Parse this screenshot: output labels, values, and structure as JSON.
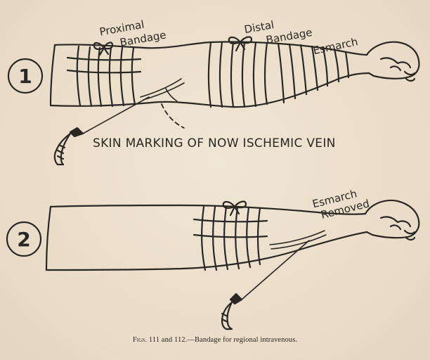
{
  "figure1": {
    "number": "1",
    "label_proximal": [
      "Proximal",
      "Bandage"
    ],
    "label_distal": [
      "Distal",
      "Bandage"
    ],
    "label_esmarch": "Esmarch",
    "label_skin_marking": "SKIN MARKING OF NOW ISCHEMIC VEIN"
  },
  "figure2": {
    "number": "2",
    "label_esmarch_removed": [
      "Esmarch",
      "Removed"
    ]
  },
  "caption": {
    "figs": "Figs.",
    "text": "111 and 112.—Bandage for regional intravenous."
  }
}
